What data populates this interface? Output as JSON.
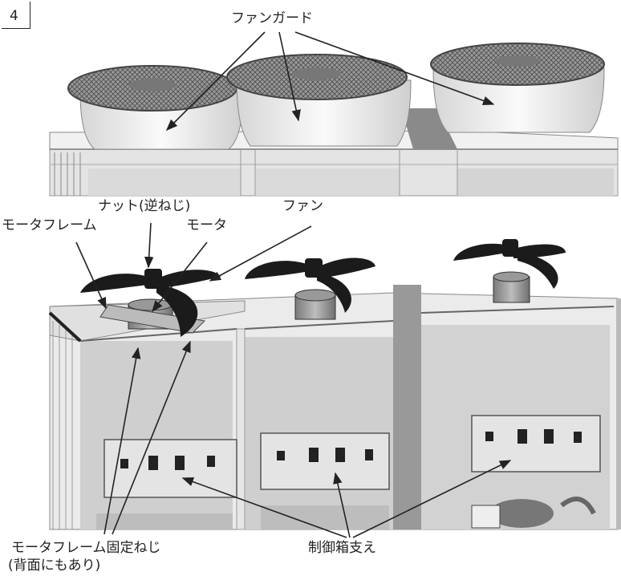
{
  "step": {
    "number": "4"
  },
  "labels": {
    "fan_guard": "ファンガード",
    "nut": "ナット(逆ねじ)",
    "fan": "ファン",
    "motor_frame": "モータフレーム",
    "motor": "モータ",
    "motor_frame_screw_line1": "モータフレーム固定ねじ",
    "motor_frame_screw_line2": "(背面にもあり)",
    "control_box_support": "制御箱支え"
  }
}
